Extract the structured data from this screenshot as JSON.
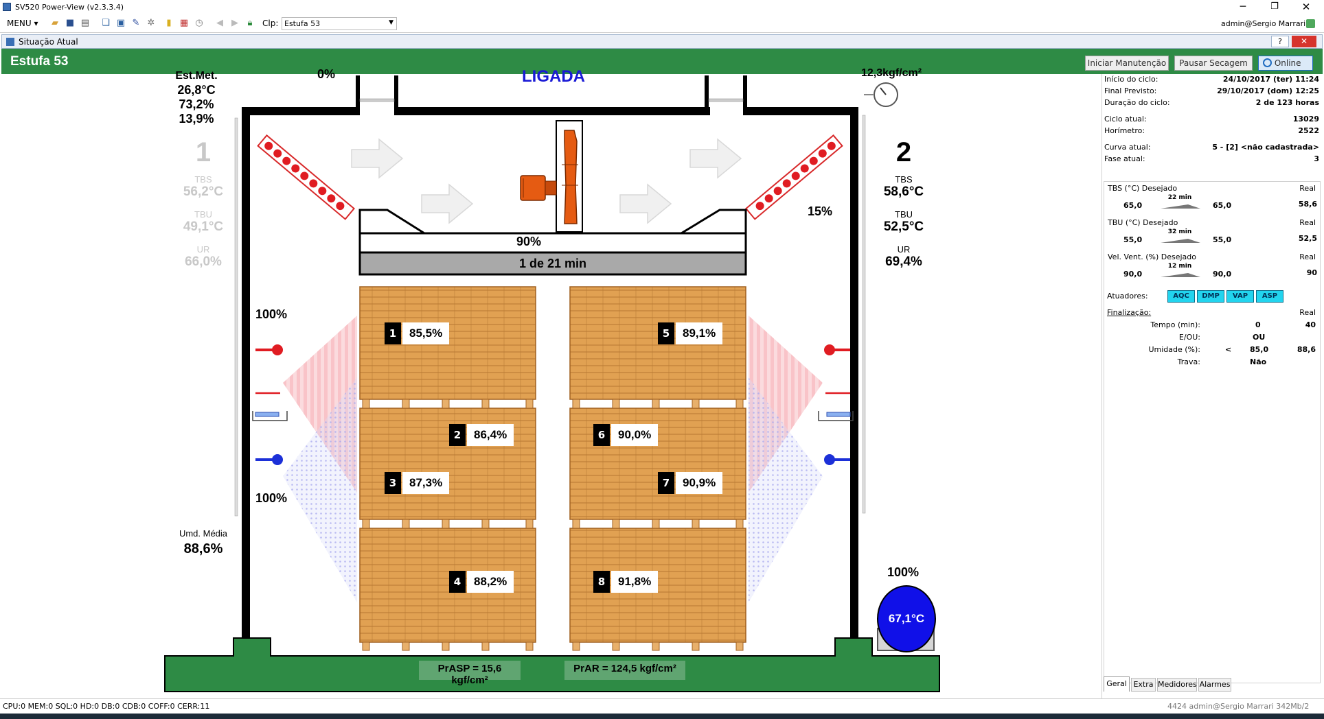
{
  "window": {
    "title": "SV520 Power-View (v2.3.3.4)",
    "user": "admin@Sergio Marrari"
  },
  "toolbar": {
    "menu_label": "MENU",
    "clp_label": "Clp:",
    "clp_value": "Estufa 53"
  },
  "subwindow": {
    "title": "Situação Atual",
    "help_label": "?"
  },
  "header": {
    "title": "Estufa 53",
    "btn_maintenance": "Iniciar Manutenção",
    "btn_pause": "Pausar Secagem",
    "btn_online": "Online"
  },
  "main": {
    "estmet": {
      "label": "Est.Met.",
      "temp": "26,8°C",
      "humidity": "73,2%",
      "third": "13,9%"
    },
    "status": "LIGADA",
    "damper_left": "0%",
    "pressure": "12,3kgf/cm²",
    "fan_speed": "90%",
    "timer": "1 de 21 min",
    "side1": {
      "number": "1",
      "tbs_label": "TBS",
      "tbs": "56,2°C",
      "tbu_label": "TBU",
      "tbu": "49,1°C",
      "ur_label": "UR",
      "ur": "66,0%"
    },
    "side2": {
      "number": "2",
      "tbs_label": "TBS",
      "tbs": "58,6°C",
      "tbu_label": "TBU",
      "tbu": "52,5°C",
      "ur_label": "UR",
      "ur": "69,4%"
    },
    "heater_right_pct": "15%",
    "valve_top_left": "100%",
    "valve_bottom_left": "100%",
    "umd_media_label": "Umd. Média",
    "umd_media": "88,6%",
    "boiler_pct": "100%",
    "boiler_temp": "67,1°C",
    "prasp": "PrASP = 15,6 kgf/cm²",
    "prar": "PrAR = 124,5 kgf/cm²",
    "sensors": [
      {
        "n": "1",
        "v": "85,5%"
      },
      {
        "n": "2",
        "v": "86,4%"
      },
      {
        "n": "3",
        "v": "87,3%"
      },
      {
        "n": "4",
        "v": "88,2%"
      },
      {
        "n": "5",
        "v": "89,1%"
      },
      {
        "n": "6",
        "v": "90,0%"
      },
      {
        "n": "7",
        "v": "90,9%"
      },
      {
        "n": "8",
        "v": "91,8%"
      }
    ]
  },
  "panel": {
    "inicio_label": "Início do ciclo:",
    "inicio": "24/10/2017 (ter) 11:24",
    "final_label": "Final Previsto:",
    "final": "29/10/2017 (dom) 12:25",
    "duracao_label": "Duração do ciclo:",
    "duracao": "2 de 123 horas",
    "ciclo_label": "Ciclo atual:",
    "ciclo": "13029",
    "horimetro_label": "Horímetro:",
    "horimetro": "2522",
    "curva_label": "Curva atual:",
    "curva": "5 - [2] <não cadastrada>",
    "fase_label": "Fase atual:",
    "fase": "3",
    "tbs": {
      "label": "TBS (°C) Desejado",
      "real_label": "Real",
      "from": "65,0",
      "time": "22 min",
      "to": "65,0",
      "real": "58,6"
    },
    "tbu": {
      "label": "TBU (°C) Desejado",
      "real_label": "Real",
      "from": "55,0",
      "time": "32 min",
      "to": "55,0",
      "real": "52,5"
    },
    "vent": {
      "label": "Vel. Vent. (%) Desejado",
      "real_label": "Real",
      "from": "90,0",
      "time": "12 min",
      "to": "90,0",
      "real": "90"
    },
    "atuadores_label": "Atuadores:",
    "atuadores": [
      "AQC",
      "DMP",
      "VAP",
      "ASP"
    ],
    "finalizacao_label": "Finalização:",
    "finalizacao_real": "Real",
    "tempo_label": "Tempo (min):",
    "tempo": "0",
    "tempo_real": "40",
    "eou_label": "E/OU:",
    "eou": "OU",
    "umidade_label": "Umidade (%):",
    "umidade_op": "<",
    "umidade": "85,0",
    "umidade_real": "88,6",
    "trava_label": "Trava:",
    "trava": "Não",
    "tabs": [
      "Geral",
      "Extra",
      "Medidores",
      "Alarmes"
    ]
  },
  "status": {
    "left": "CPU:0 MEM:0 SQL:0 HD:0 DB:0 CDB:0 COFF:0 CERR:11",
    "right": "4424 admin@Sergio Marrari  342Mb/2"
  }
}
